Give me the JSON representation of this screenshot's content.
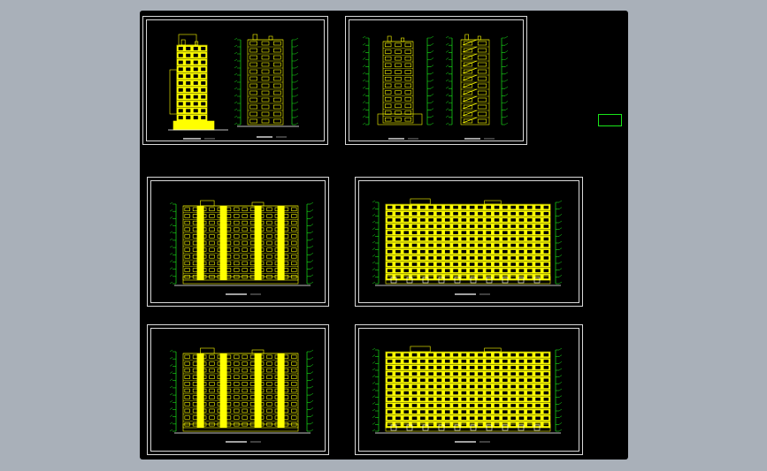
{
  "viewer": {
    "background_color": "#a9b0b9",
    "canvas_color": "#000000",
    "accent_colors": {
      "building": "#ffff00",
      "dimension": "#19e619",
      "frame": "#d8d8d8",
      "label": "#ffffff"
    }
  },
  "sheets": [
    {
      "id": "sheet-1",
      "kind": "side-elevations-pair"
    },
    {
      "id": "sheet-2",
      "kind": "side-elevations-pair-with-stair"
    },
    {
      "id": "sheet-3",
      "kind": "front-elevation"
    },
    {
      "id": "sheet-4",
      "kind": "wide-elevation"
    },
    {
      "id": "sheet-5",
      "kind": "front-elevation"
    },
    {
      "id": "sheet-6",
      "kind": "wide-elevation"
    }
  ],
  "marker": {
    "icon": "green-rectangle-marker-icon"
  }
}
